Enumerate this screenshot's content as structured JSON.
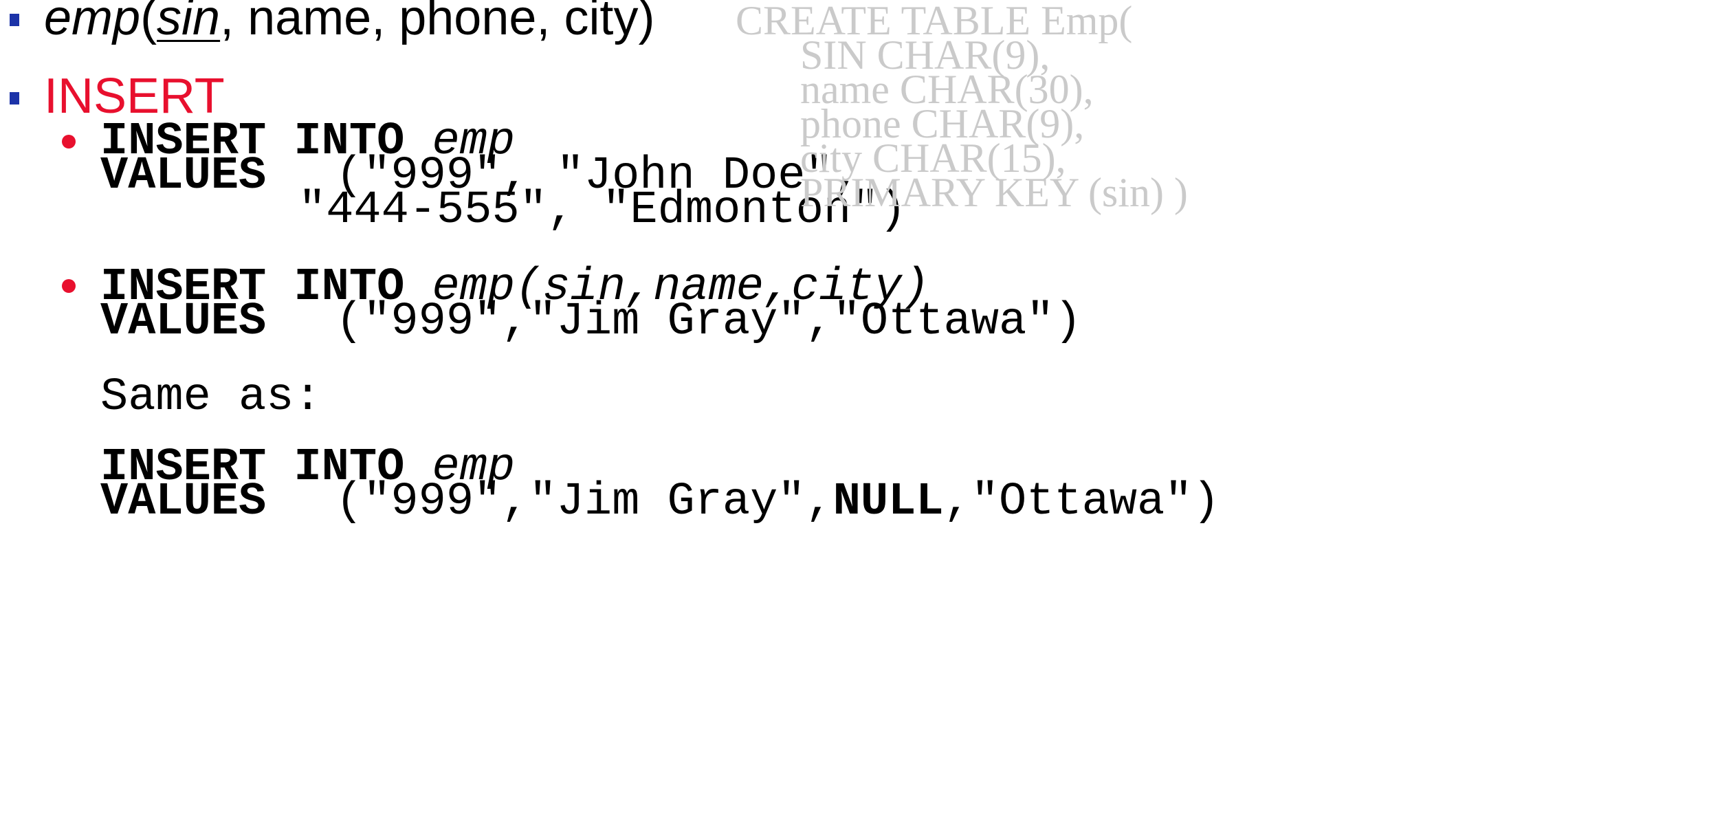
{
  "header": {
    "relation": "emp",
    "open": "(",
    "key": "sin",
    "rest": ", name, phone, city)"
  },
  "section": {
    "title": "INSERT"
  },
  "example1": {
    "kw_insert": "INSERT INTO",
    "table": "emp",
    "kw_values": "VALUES",
    "values_line1": "(\"999\", \"John Doe\",",
    "values_line2": "\"444-555\", \"Edmonton\")"
  },
  "example2": {
    "kw_insert": "INSERT INTO",
    "table_cols": "emp(sin,name,city)",
    "kw_values": "VALUES",
    "values": "(\"999\",\"Jim Gray\",\"Ottawa\")"
  },
  "same_as": "Same as:",
  "example3": {
    "kw_insert": "INSERT INTO",
    "table": "emp",
    "kw_values": "VALUES",
    "values_pre": "(\"999\",\"Jim Gray\",",
    "values_null": "NULL",
    "values_post": ",\"Ottawa\")"
  },
  "create_table": {
    "line1": "CREATE TABLE Emp(",
    "line2": "SIN CHAR(9),",
    "line3": "name CHAR(30),",
    "line4": "phone CHAR(9),",
    "line5": "city CHAR(15),",
    "line6": "PRIMARY KEY (sin) )"
  },
  "colors": {
    "bullet_square": "#1c33a8",
    "accent_red": "#e8102e",
    "ddl_gray": "#cacaca"
  }
}
